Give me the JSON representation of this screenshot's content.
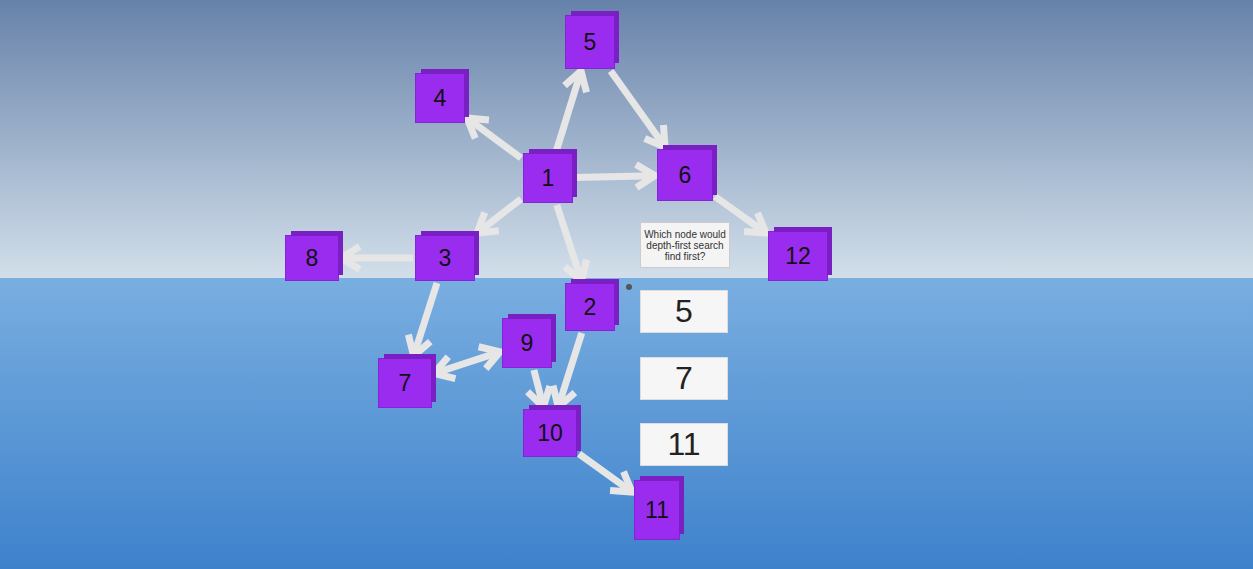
{
  "diagram": {
    "nodes": [
      {
        "text": [
          "1"
        ]
      },
      {
        "text": [
          "2"
        ]
      },
      {
        "text": [
          "3"
        ]
      },
      {
        "text": [
          "4"
        ]
      },
      {
        "text": [
          "5"
        ]
      },
      {
        "text": [
          "6"
        ]
      },
      {
        "text": [
          "7"
        ]
      },
      {
        "text": [
          "8"
        ]
      },
      {
        "text": [
          "9"
        ]
      },
      {
        "text": [
          "10"
        ]
      },
      {
        "text": [
          "11"
        ]
      },
      {
        "text": [
          "12"
        ]
      },
      {
        "text": [
          "Which node would depth-first search find first?"
        ]
      },
      {
        "text": [
          "5"
        ]
      },
      {
        "text": [
          "7"
        ]
      },
      {
        "text": [
          "11"
        ]
      }
    ],
    "edges": [
      {
        "from": 0,
        "to": 3,
        "arrow": "to"
      },
      {
        "from": 0,
        "to": 4,
        "arrow": "to"
      },
      {
        "from": 4,
        "to": 5,
        "arrow": "to"
      },
      {
        "from": 0,
        "to": 5,
        "arrow": "to"
      },
      {
        "from": 0,
        "to": 2,
        "arrow": "to"
      },
      {
        "from": 0,
        "to": 1,
        "arrow": "to"
      },
      {
        "from": 5,
        "to": 11,
        "arrow": "to"
      },
      {
        "from": 2,
        "to": 7,
        "arrow": "to"
      },
      {
        "from": 2,
        "to": 6,
        "arrow": "to"
      },
      {
        "from": 6,
        "to": 8,
        "arrow": "both"
      },
      {
        "from": 8,
        "to": 9,
        "arrow": "to"
      },
      {
        "from": 1,
        "to": 9,
        "arrow": "to"
      },
      {
        "from": 9,
        "to": 10,
        "arrow": "to"
      }
    ]
  }
}
